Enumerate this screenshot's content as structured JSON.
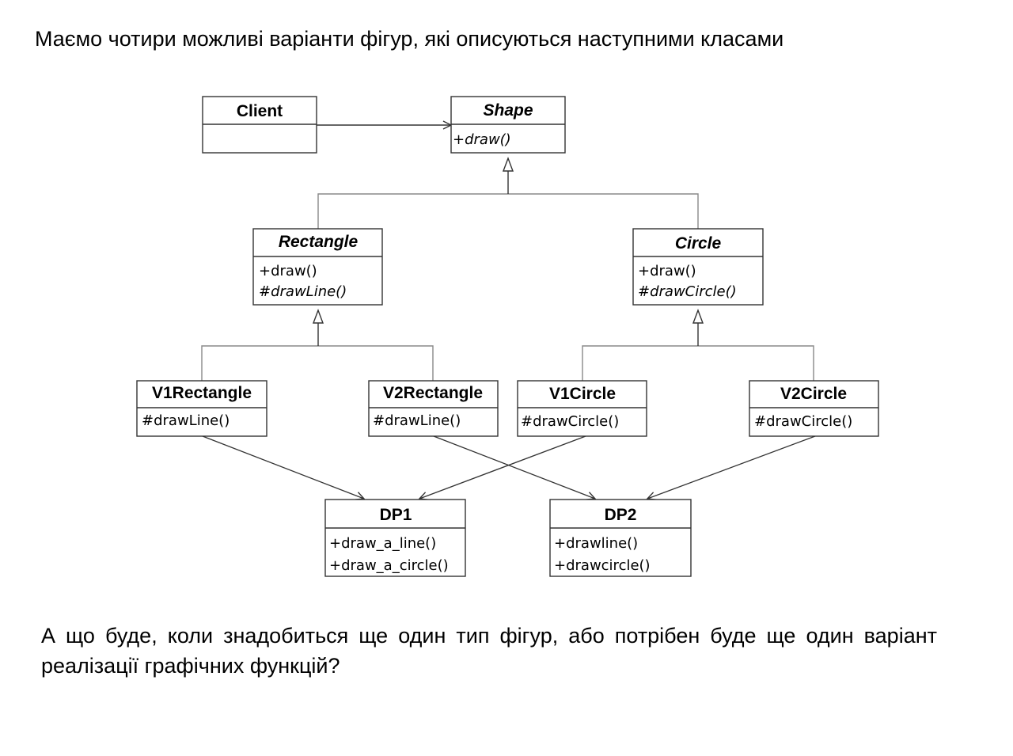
{
  "heading": "Маємо чотири можливі варіанти фігур, які описуються наступними класами",
  "question": "А що буде, коли знадобиться ще один тип фігур, або потрібен буде ще один варіант реалізації графічних функцій?",
  "classes": {
    "client": {
      "name": "Client",
      "ops": []
    },
    "shape": {
      "name": "Shape",
      "ops": [
        "+draw()"
      ]
    },
    "rectangle": {
      "name": "Rectangle",
      "ops": [
        "+draw()",
        "#drawLine()"
      ]
    },
    "circle": {
      "name": "Circle",
      "ops": [
        "+draw()",
        "#drawCircle()"
      ]
    },
    "v1rectangle": {
      "name": "V1Rectangle",
      "ops": [
        "#drawLine()"
      ]
    },
    "v2rectangle": {
      "name": "V2Rectangle",
      "ops": [
        "#drawLine()"
      ]
    },
    "v1circle": {
      "name": "V1Circle",
      "ops": [
        "#drawCircle()"
      ]
    },
    "v2circle": {
      "name": "V2Circle",
      "ops": [
        "#drawCircle()"
      ]
    },
    "dp1": {
      "name": "DP1",
      "ops": [
        "+draw_a_line()",
        "+draw_a_circle()"
      ]
    },
    "dp2": {
      "name": "DP2",
      "ops": [
        "+drawline()",
        "+drawcircle()"
      ]
    }
  }
}
